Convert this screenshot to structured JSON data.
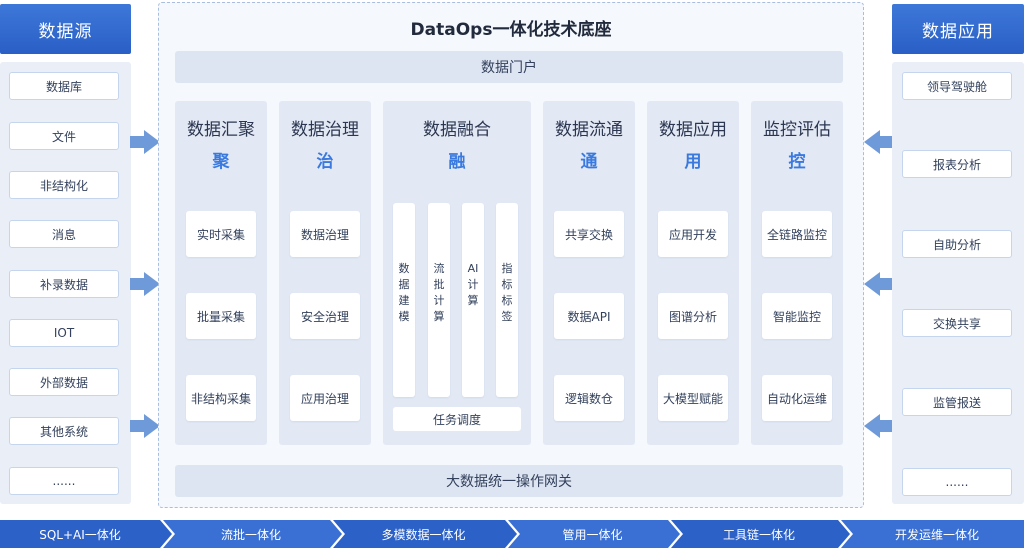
{
  "left": {
    "title": "数据源",
    "items": [
      "数据库",
      "文件",
      "非结构化",
      "消息",
      "补录数据",
      "IOT",
      "外部数据",
      "其他系统",
      "......"
    ]
  },
  "right": {
    "title": "数据应用",
    "items": [
      "领导驾驶舱",
      "报表分析",
      "自助分析",
      "交换共享",
      "监管报送",
      "......"
    ]
  },
  "center": {
    "title": "DataOps一体化技术底座",
    "portal": "数据门户",
    "gateway": "大数据统一操作网关",
    "modules": [
      {
        "title": "数据汇聚",
        "char": "聚",
        "items": [
          "实时采集",
          "批量采集",
          "非结构采集"
        ]
      },
      {
        "title": "数据治理",
        "char": "治",
        "items": [
          "数据治理",
          "安全治理",
          "应用治理"
        ]
      },
      {
        "title": "数据融合",
        "char": "融",
        "bars": [
          [
            "数",
            "据",
            "建",
            "模"
          ],
          [
            "流",
            "批",
            "计",
            "算"
          ],
          [
            "AI",
            "计",
            "算"
          ],
          [
            "指",
            "标",
            "标",
            "签"
          ]
        ],
        "schedule": "任务调度"
      },
      {
        "title": "数据流通",
        "char": "通",
        "items": [
          "共享交换",
          "数据API",
          "逻辑数仓"
        ]
      },
      {
        "title": "数据应用",
        "char": "用",
        "items": [
          "应用开发",
          "图谱分析",
          "大模型赋能"
        ]
      },
      {
        "title": "监控评估",
        "char": "控",
        "items": [
          "全链路监控",
          "智能监控",
          "自动化运维"
        ]
      }
    ]
  },
  "band": [
    "SQL+AI一体化",
    "流批一体化",
    "多模数据一体化",
    "管用一体化",
    "工具链一体化",
    "开发运维一体化"
  ],
  "colors": {
    "accent": "#2a5fc6",
    "highlight": "#3a7adf",
    "panel": "#e3e9f4"
  }
}
